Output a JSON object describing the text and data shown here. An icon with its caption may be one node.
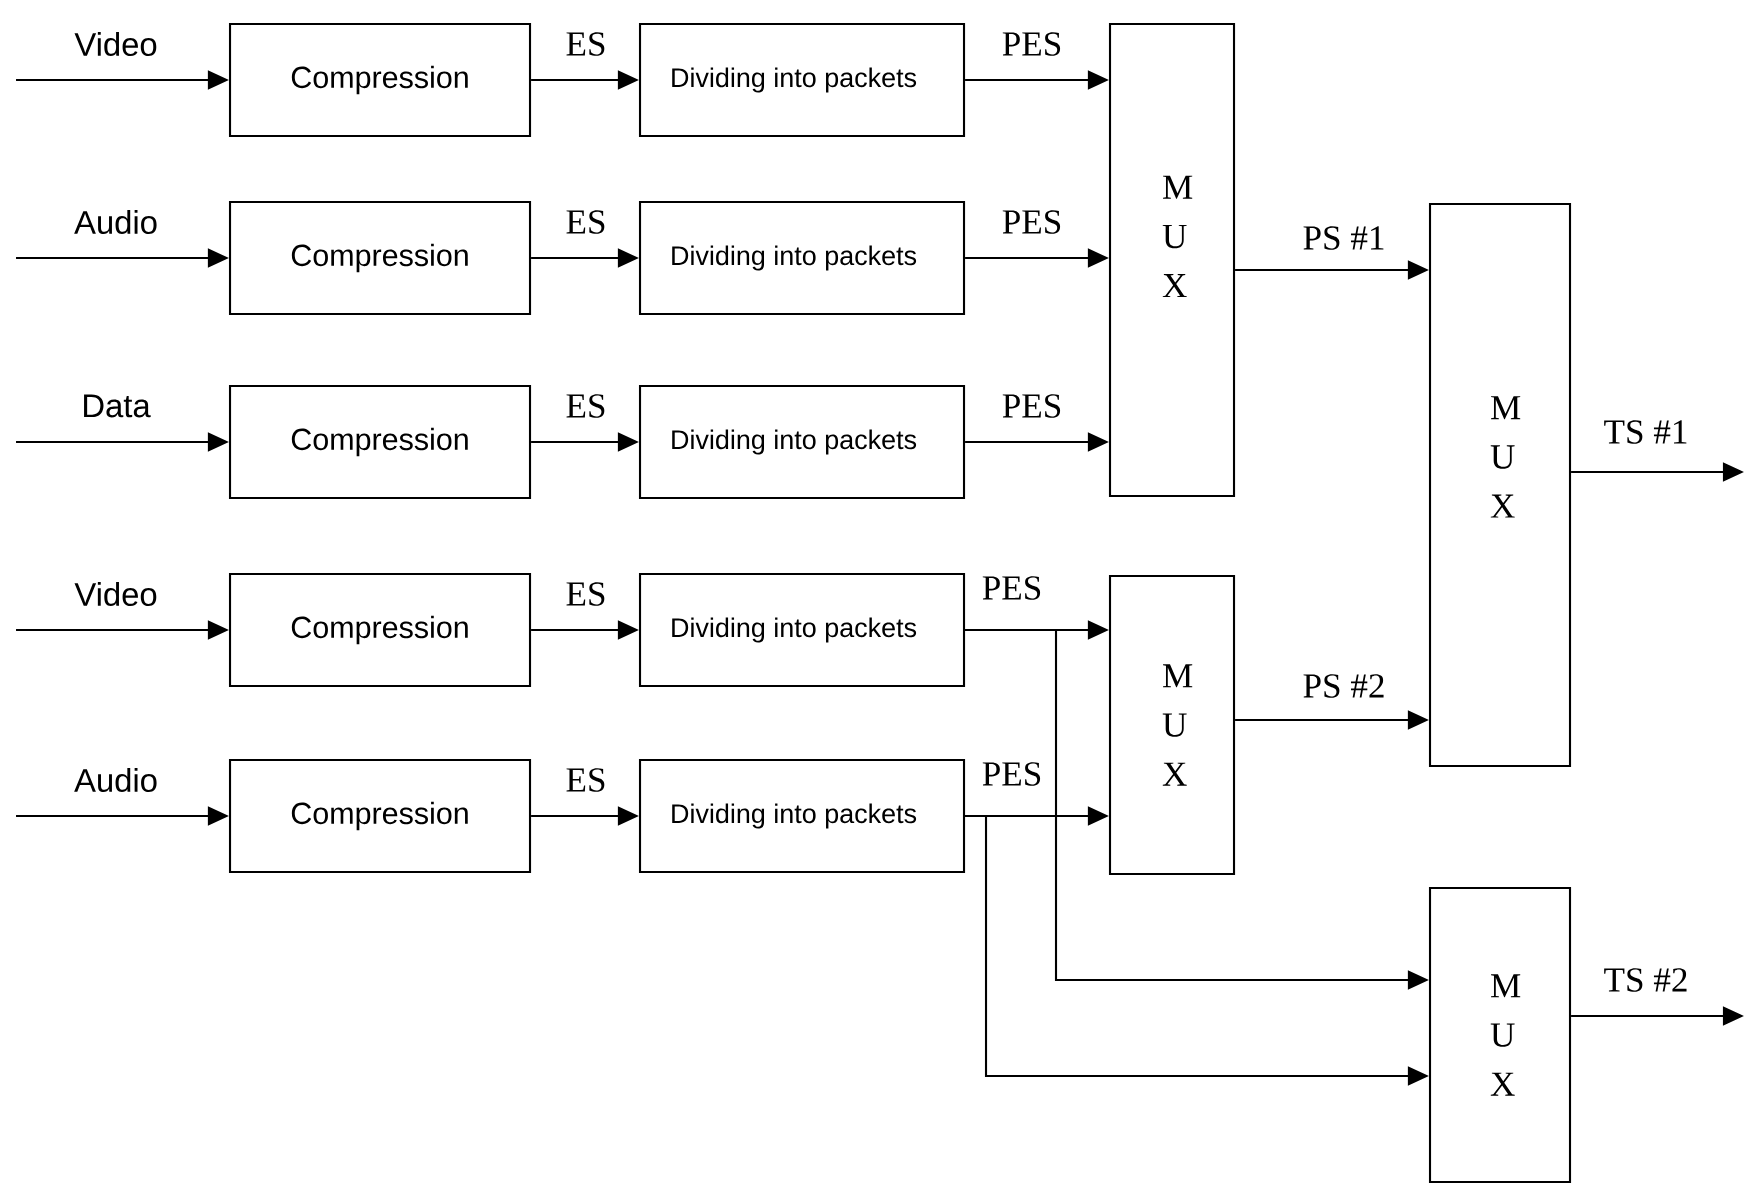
{
  "diagram": {
    "nodes": [
      {
        "text": [
          "Compression"
        ]
      },
      {
        "text": [
          "Dividing into packets"
        ]
      },
      {
        "text": [
          "Compression"
        ]
      },
      {
        "text": [
          "Dividing into packets"
        ]
      },
      {
        "text": [
          "Compression"
        ]
      },
      {
        "text": [
          "Dividing into packets"
        ]
      },
      {
        "text": [
          "M U X"
        ]
      },
      {
        "text": [
          "M U X"
        ]
      },
      {
        "text": [
          "Compression"
        ]
      },
      {
        "text": [
          "Dividing into packets"
        ]
      },
      {
        "text": [
          "Compression"
        ]
      },
      {
        "text": [
          "Dividing into packets"
        ]
      },
      {
        "text": [
          "M U X"
        ]
      },
      {
        "text": [
          "M U X"
        ]
      }
    ],
    "edges": [
      {
        "from": null,
        "to": 0,
        "arrow": "to",
        "label": "Video"
      },
      {
        "from": 0,
        "to": 1,
        "arrow": "to",
        "label": "ES"
      },
      {
        "from": 1,
        "to": 6,
        "arrow": "to",
        "label": "PES"
      },
      {
        "from": null,
        "to": 2,
        "arrow": "to",
        "label": "Audio"
      },
      {
        "from": 2,
        "to": 3,
        "arrow": "to",
        "label": "ES"
      },
      {
        "from": 3,
        "to": 6,
        "arrow": "to",
        "label": "PES"
      },
      {
        "from": null,
        "to": 4,
        "arrow": "to",
        "label": "Data"
      },
      {
        "from": 4,
        "to": 5,
        "arrow": "to",
        "label": "ES"
      },
      {
        "from": 5,
        "to": 6,
        "arrow": "to",
        "label": "PES"
      },
      {
        "from": null,
        "to": 8,
        "arrow": "to",
        "label": "Video"
      },
      {
        "from": 8,
        "to": 9,
        "arrow": "to",
        "label": "ES"
      },
      {
        "from": 9,
        "to": 12,
        "arrow": "to",
        "label": "PES"
      },
      {
        "from": null,
        "to": 10,
        "arrow": "to",
        "label": "Audio"
      },
      {
        "from": 10,
        "to": 11,
        "arrow": "to",
        "label": "ES"
      },
      {
        "from": 11,
        "to": 12,
        "arrow": "to",
        "label": "PES"
      },
      {
        "from": 9,
        "to": 13,
        "arrow": "to"
      },
      {
        "from": 11,
        "to": 13,
        "arrow": "to"
      },
      {
        "from": 6,
        "to": 7,
        "arrow": "to",
        "label": "PS  #1"
      },
      {
        "from": 12,
        "to": 7,
        "arrow": "to",
        "label": "PS  #2"
      },
      {
        "from": 7,
        "to": null,
        "arrow": "to",
        "label": "TS #1"
      },
      {
        "from": 13,
        "to": null,
        "arrow": "to",
        "label": "TS #2"
      }
    ]
  }
}
